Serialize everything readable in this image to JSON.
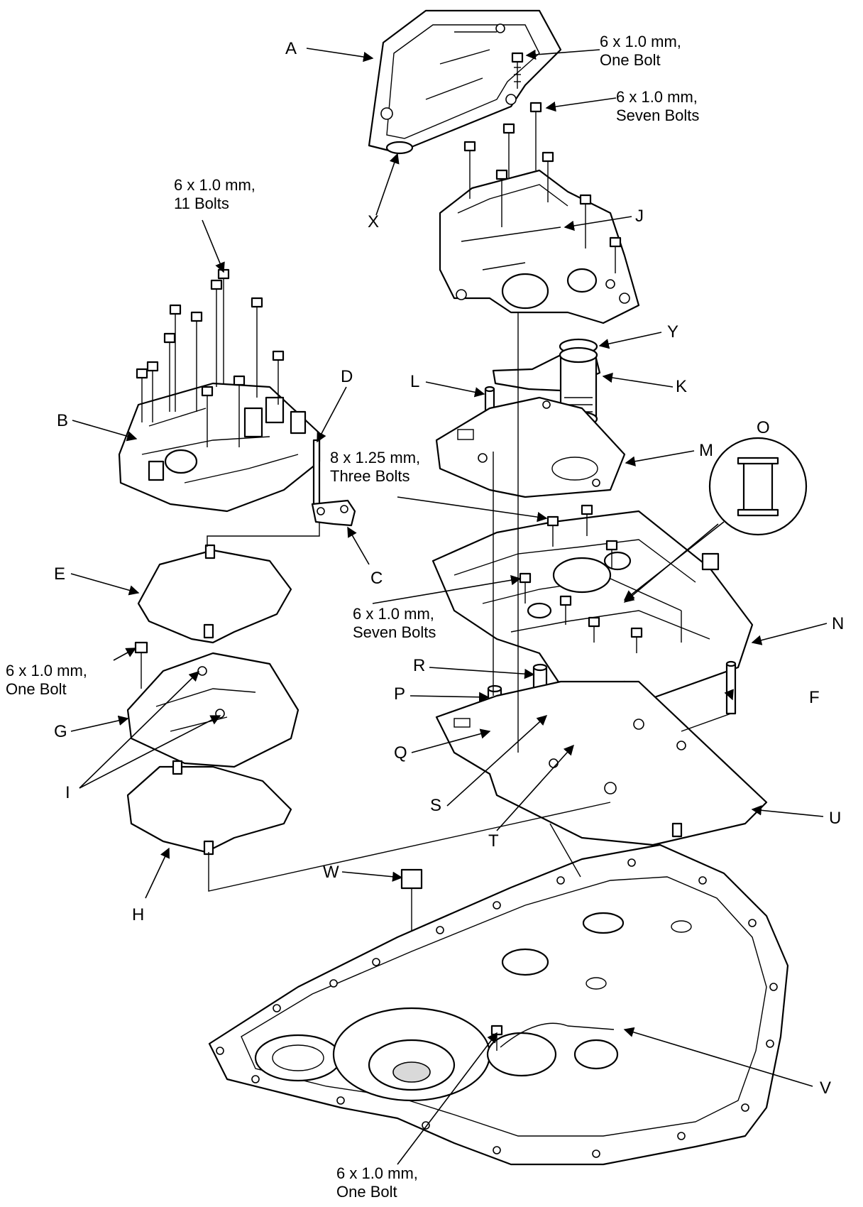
{
  "labels": {
    "A": "A",
    "B": "B",
    "C": "C",
    "D": "D",
    "E": "E",
    "F": "F",
    "G": "G",
    "H": "H",
    "I": "I",
    "J": "J",
    "K": "K",
    "L": "L",
    "M": "M",
    "N": "N",
    "O": "O",
    "P": "P",
    "Q": "Q",
    "R": "R",
    "S": "S",
    "T": "T",
    "U": "U",
    "V": "V",
    "W": "W",
    "X": "X",
    "Y": "Y"
  },
  "notes": {
    "a_bolt_size": "6 x 1.0 mm,",
    "a_bolt_count": "One Bolt",
    "j_bolt_size": "6 x 1.0 mm,",
    "j_bolt_count": "Seven Bolts",
    "b_bolt_size": "6 x 1.0 mm,",
    "b_bolt_count": "11 Bolts",
    "n_top_bolt_size": "8 x 1.25 mm,",
    "n_top_bolt_count": "Three Bolts",
    "n_mid_bolt_size": "6 x 1.0 mm,",
    "n_mid_bolt_count": "Seven Bolts",
    "g_bolt_size": "6 x 1.0 mm,",
    "g_bolt_count": "One Bolt",
    "v_bolt_size": "6 x 1.0 mm,",
    "v_bolt_count": "One Bolt"
  },
  "colors": {
    "line": "#000000",
    "background": "#ffffff",
    "shade": "#d9d9d9"
  }
}
